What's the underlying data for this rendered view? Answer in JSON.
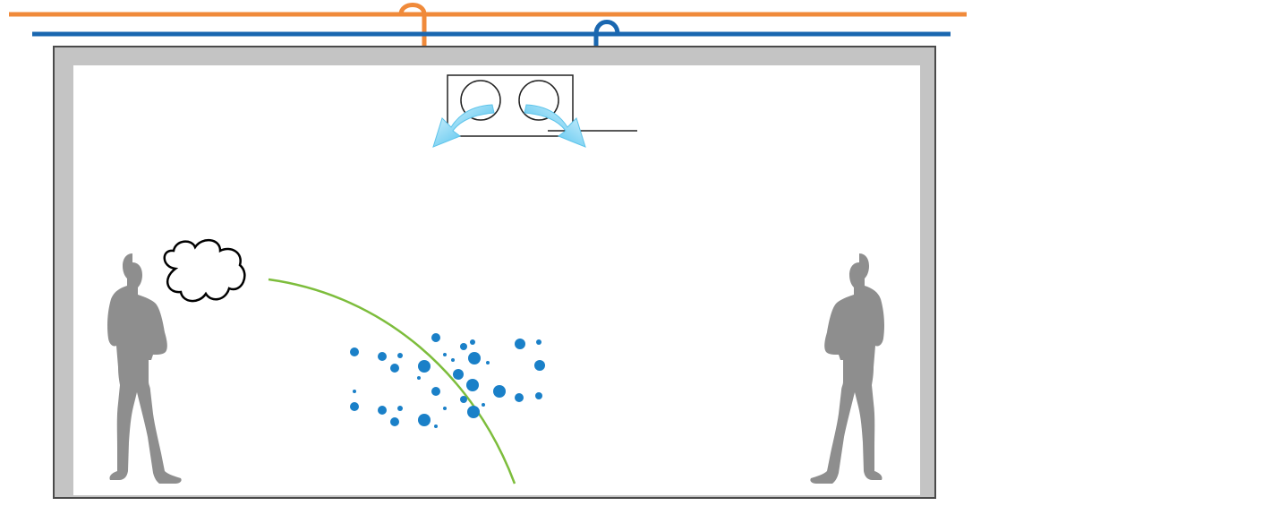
{
  "diagram": {
    "type": "ceiling-cassette-air-conditioner-illustration",
    "colors": {
      "hot_pipe": "#f08a3a",
      "cold_pipe": "#1a67b0",
      "room_wall": "#c4c4c4",
      "wall_border": "#4a4a4a",
      "person": "#8e8e8e",
      "airflow_light": "#c7eefc",
      "airflow_dark": "#1fa6e0",
      "droplets": "#1a80c8",
      "curve": "#7dbd3c",
      "cloud_stroke": "#000000"
    },
    "elements": {
      "hot_pipe": "refrigerant-pipe-hot",
      "cold_pipe": "refrigerant-pipe-cold",
      "indoor_unit": "ceiling-cassette-unit",
      "fans": 2,
      "airflow_arrows": 2,
      "people": 2,
      "thought_bubble": "cloud",
      "droplet_cluster": "moisture-droplets",
      "trajectory_curve": "green-curve"
    }
  }
}
